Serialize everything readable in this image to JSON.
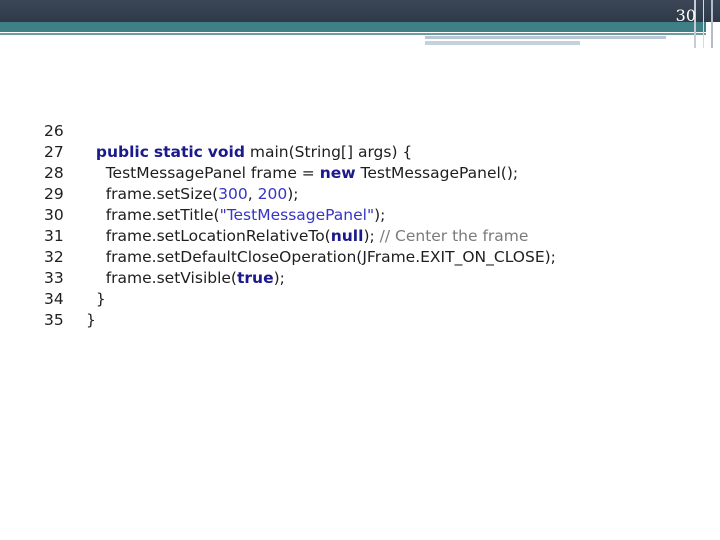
{
  "slide": {
    "number": "30"
  },
  "code": {
    "lines": [
      {
        "num": "26",
        "indent": "",
        "segments": []
      },
      {
        "num": "27",
        "indent": "  ",
        "segments": [
          {
            "t": "public",
            "c": "kw"
          },
          {
            "t": " ",
            "c": ""
          },
          {
            "t": "static",
            "c": "kw"
          },
          {
            "t": " ",
            "c": ""
          },
          {
            "t": "void",
            "c": "kw"
          },
          {
            "t": " main(String[] args) {",
            "c": ""
          }
        ]
      },
      {
        "num": "28",
        "indent": "    ",
        "segments": [
          {
            "t": "TestMessagePanel frame = ",
            "c": ""
          },
          {
            "t": "new",
            "c": "kw"
          },
          {
            "t": " TestMessagePanel();",
            "c": ""
          }
        ]
      },
      {
        "num": "29",
        "indent": "    ",
        "segments": [
          {
            "t": "frame.setSize(",
            "c": ""
          },
          {
            "t": "300",
            "c": "num"
          },
          {
            "t": ", ",
            "c": ""
          },
          {
            "t": "200",
            "c": "num"
          },
          {
            "t": ");",
            "c": ""
          }
        ]
      },
      {
        "num": "30",
        "indent": "    ",
        "segments": [
          {
            "t": "frame.setTitle(",
            "c": ""
          },
          {
            "t": "\"TestMessagePanel\"",
            "c": "str"
          },
          {
            "t": ");",
            "c": ""
          }
        ]
      },
      {
        "num": "31",
        "indent": "    ",
        "segments": [
          {
            "t": "frame.setLocationRelativeTo(",
            "c": ""
          },
          {
            "t": "null",
            "c": "kw"
          },
          {
            "t": "); ",
            "c": ""
          },
          {
            "t": "// Center the frame",
            "c": "cmt"
          }
        ]
      },
      {
        "num": "32",
        "indent": "    ",
        "segments": [
          {
            "t": "frame.setDefaultCloseOperation(JFrame.EXIT_ON_CLOSE);",
            "c": ""
          }
        ]
      },
      {
        "num": "33",
        "indent": "    ",
        "segments": [
          {
            "t": "frame.setVisible(",
            "c": ""
          },
          {
            "t": "true",
            "c": "kw"
          },
          {
            "t": ");",
            "c": ""
          }
        ]
      },
      {
        "num": "34",
        "indent": "  ",
        "segments": [
          {
            "t": "}",
            "c": ""
          }
        ]
      },
      {
        "num": "35",
        "indent": "",
        "segments": [
          {
            "t": "}",
            "c": ""
          }
        ]
      }
    ]
  }
}
